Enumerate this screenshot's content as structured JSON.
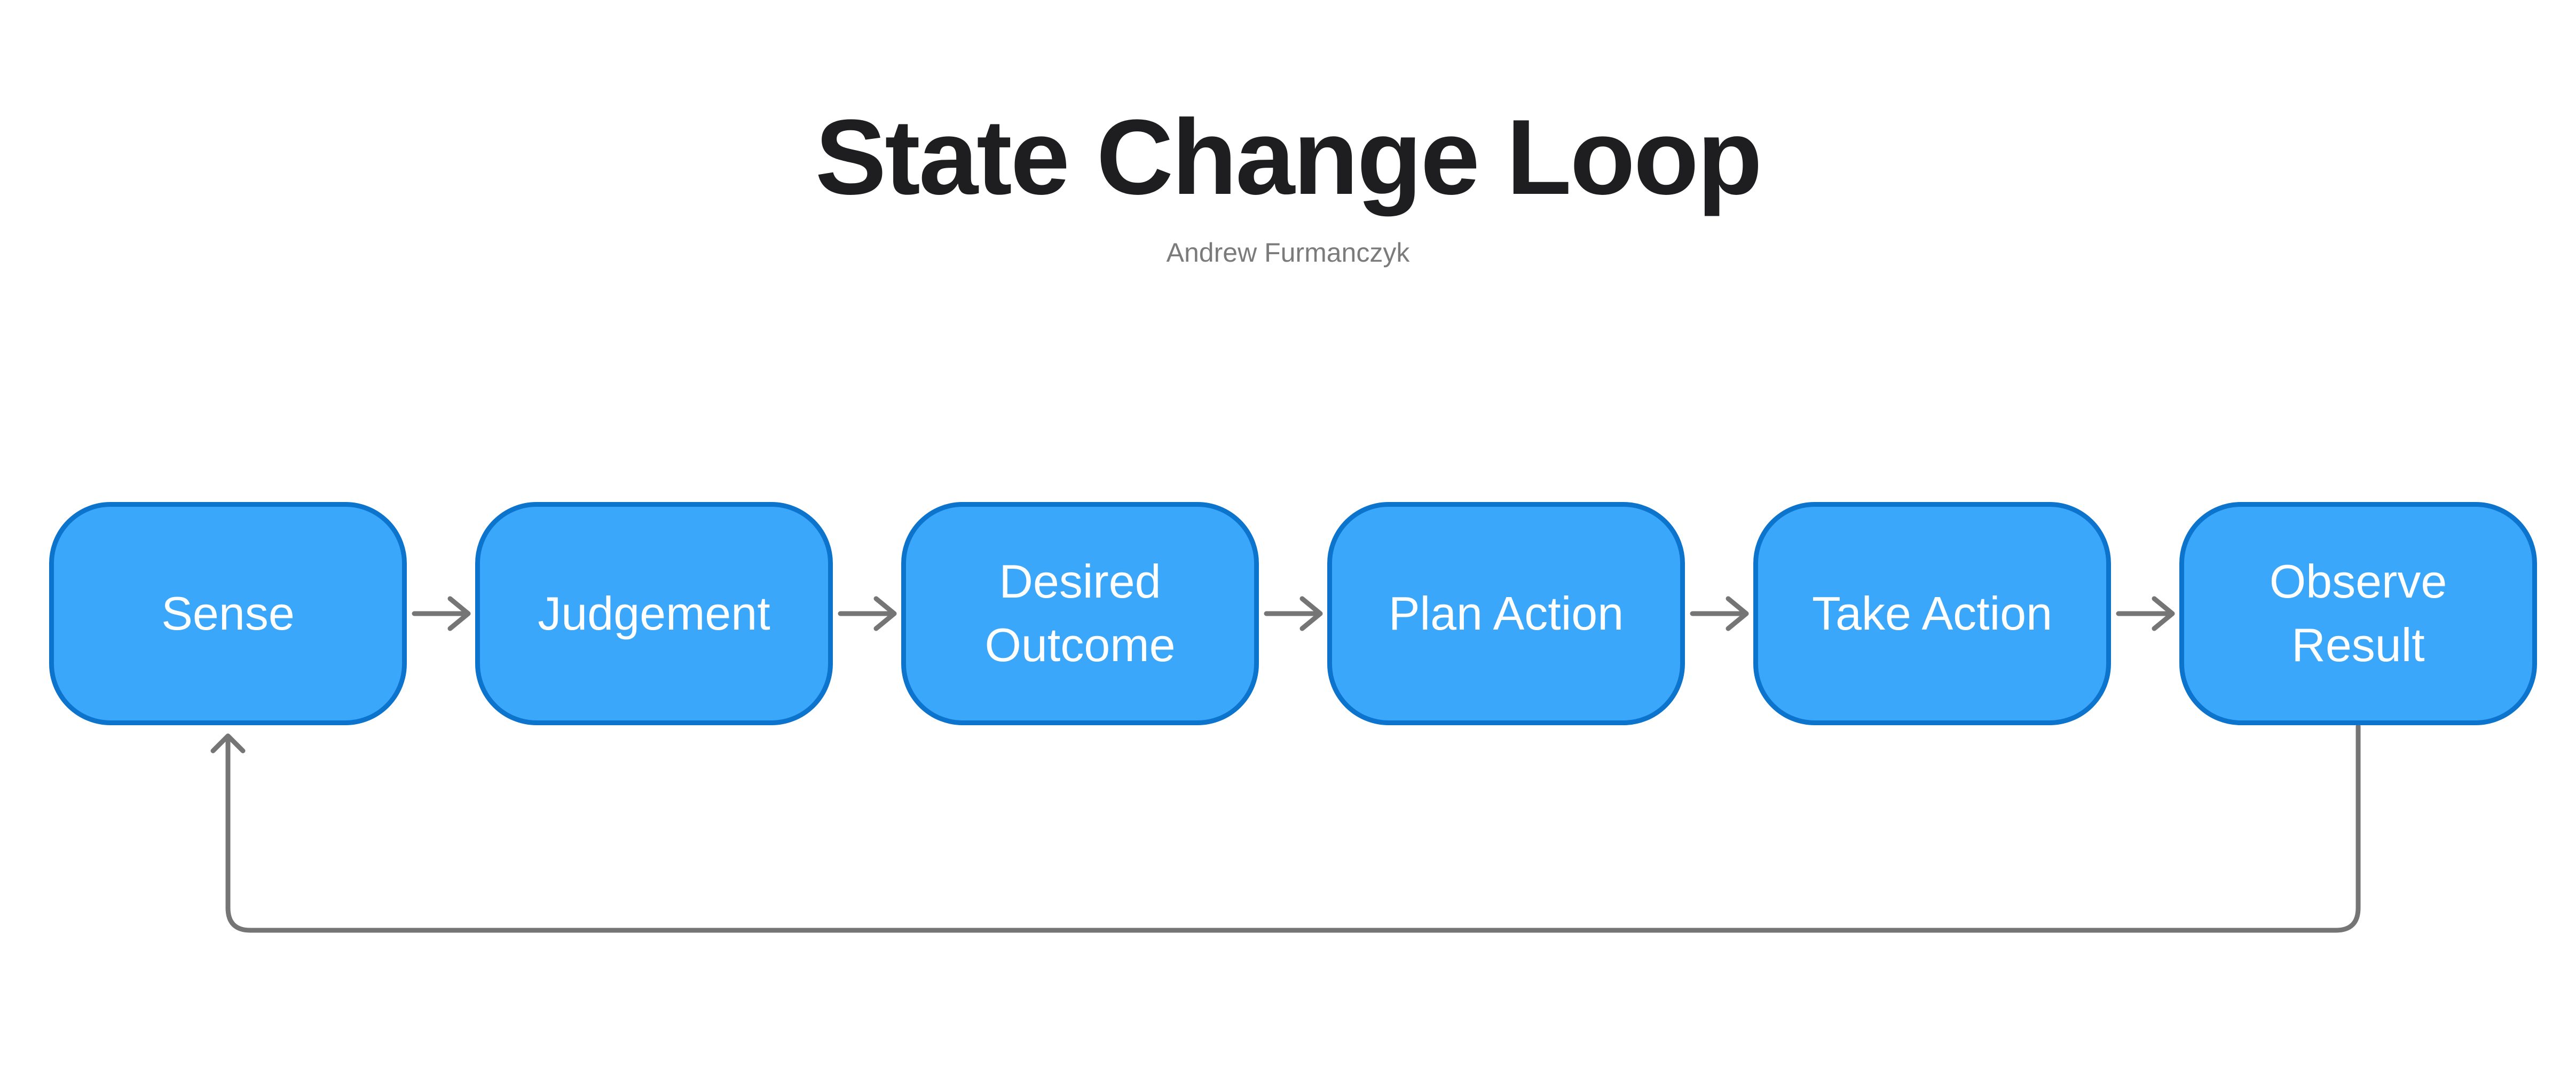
{
  "header": {
    "title": "State Change Loop",
    "author": "Andrew Furmanczyk"
  },
  "diagram": {
    "nodes": [
      {
        "id": "sense",
        "label": "Sense"
      },
      {
        "id": "judgement",
        "label": "Judgement"
      },
      {
        "id": "desired-outcome",
        "label": "Desired Outcome"
      },
      {
        "id": "plan-action",
        "label": "Plan Action"
      },
      {
        "id": "take-action",
        "label": "Take Action"
      },
      {
        "id": "observe-result",
        "label": "Observe Result"
      }
    ],
    "connections": [
      {
        "from": "Sense",
        "to": "Judgement",
        "type": "arrow"
      },
      {
        "from": "Judgement",
        "to": "Desired Outcome",
        "type": "arrow"
      },
      {
        "from": "Desired Outcome",
        "to": "Plan Action",
        "type": "arrow"
      },
      {
        "from": "Plan Action",
        "to": "Take Action",
        "type": "arrow"
      },
      {
        "from": "Take Action",
        "to": "Observe Result",
        "type": "arrow"
      },
      {
        "from": "Observe Result",
        "to": "Sense",
        "type": "feedback-loop"
      }
    ],
    "colors": {
      "background": "#ffffff",
      "node_fill": "#3ba7fb",
      "node_border": "#0c74cc",
      "node_text": "#ffffff",
      "connector": "#757575",
      "title_text": "#1e1e20",
      "subtitle_text": "#7b7b7b"
    }
  }
}
